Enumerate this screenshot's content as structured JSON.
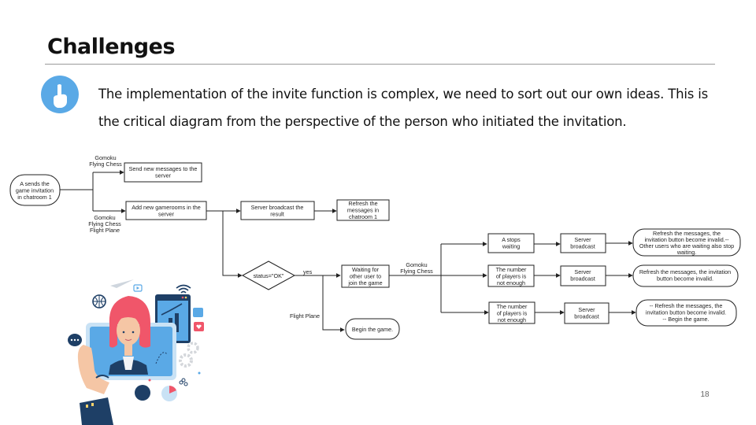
{
  "slide": {
    "title": "Challenges",
    "intro": "The implementation of the invite function is complex, we need to sort out our own ideas. This is the critical diagram from the perspective of the person who initiated the invitation.",
    "page_number": "18"
  },
  "diagram": {
    "nodes": {
      "start": [
        "A sends the",
        "game invitation",
        "in chatroom 1"
      ],
      "send_msgs": [
        "Send new messages to the",
        "server"
      ],
      "add_rooms": [
        "Add new gamerooms in the",
        "server"
      ],
      "server_broadcast_result": [
        "Server broadcast the",
        "result"
      ],
      "refresh_chatroom": [
        "Refresh the",
        "messages in",
        "chatroom 1"
      ],
      "status_check": [
        "status=\"OK\""
      ],
      "waiting_join": [
        "Waiting for",
        "other user to",
        "join the game"
      ],
      "begin_game_1": [
        "Begin the game."
      ],
      "a_stops": [
        "A stops",
        "waiting"
      ],
      "players_enough": [
        "The number",
        "of players is",
        "not enough"
      ],
      "players_not_enough": [
        "The number",
        "of players is",
        "not enough"
      ],
      "server_broadcast_1": [
        "Server",
        "broadcast"
      ],
      "server_broadcast_2": [
        "Server",
        "broadcast"
      ],
      "server_broadcast_3": [
        "Server",
        "broadcast"
      ],
      "result_stop": [
        "Refresh the messages, the",
        "invitation button become invalid.--",
        "Other users who are waiting also stop",
        "waiting."
      ],
      "result_invalid": [
        "Refresh the messages, the invitation",
        "button become invalid."
      ],
      "result_begin": [
        "-- Refresh the messages, the",
        "invitation button become invalid.",
        "-- Begin the game."
      ]
    },
    "labels": {
      "games_small": [
        "Gomoku",
        "Flying Chess"
      ],
      "games_all": [
        "Gomoku",
        "Flying Chess",
        "Flight Plane"
      ],
      "yes": "yes",
      "games_waiting": [
        "Gomoku",
        "Flying Chess"
      ],
      "flight_plane": "Flight Plane"
    }
  },
  "colors": {
    "accent_blue": "#5aa9e6",
    "hair": "#f0566a",
    "skin": "#f5c6a5",
    "jacket": "#1e3f66"
  }
}
